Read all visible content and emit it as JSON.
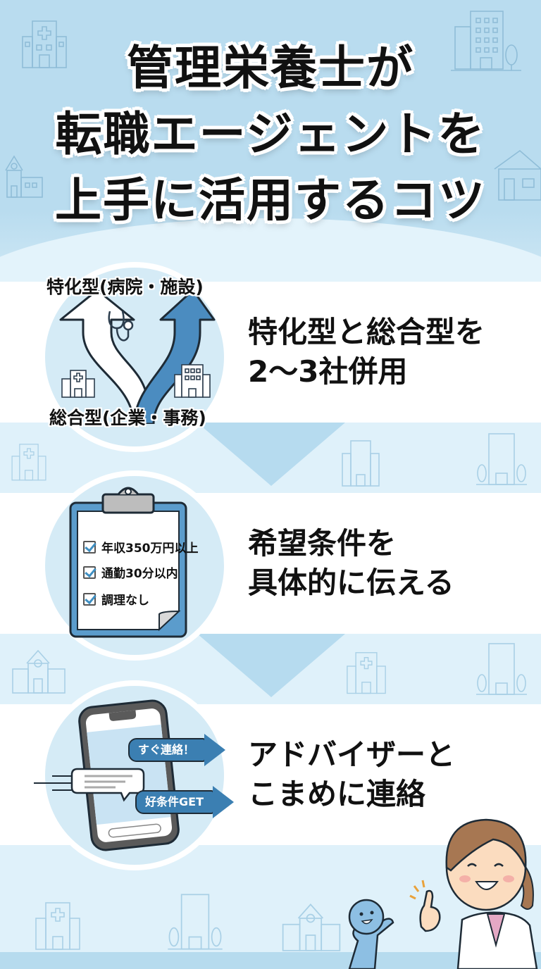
{
  "header": {
    "title_lines": [
      "管理栄養士が",
      "転職エージェントを",
      "上手に活用するコツ"
    ]
  },
  "steps": [
    {
      "heading_lines": [
        "特化型と総合型を",
        "2〜3社併用"
      ],
      "illustration": {
        "top_label": "特化型(病院・施設)",
        "bottom_label": "総合型(企業・事務)",
        "icons": [
          "split-arrow-icon",
          "stethoscope-icon",
          "hospital-icon",
          "office-building-icon"
        ]
      }
    },
    {
      "heading_lines": [
        "希望条件を",
        "具体的に伝える"
      ],
      "illustration": {
        "checklist": [
          "年収350万円以上",
          "通勤30分以内",
          "調理なし"
        ],
        "icons": [
          "clipboard-icon",
          "checkbox-icon"
        ]
      }
    },
    {
      "heading_lines": [
        "アドバイザーと",
        "こまめに連絡"
      ],
      "illustration": {
        "bubbles": [
          "すぐ連絡！",
          "好条件GET"
        ],
        "icons": [
          "smartphone-icon",
          "chat-bubble-icon",
          "arrow-right-icon"
        ]
      }
    }
  ],
  "footer": {
    "characters": [
      "advisor-woman",
      "client-figure"
    ]
  },
  "colors": {
    "hero_bg": "#b9dcef",
    "band_light": "#dff1fa",
    "accent_blue": "#3b7fb2",
    "chevron": "#b6dbef",
    "text": "#111111"
  }
}
